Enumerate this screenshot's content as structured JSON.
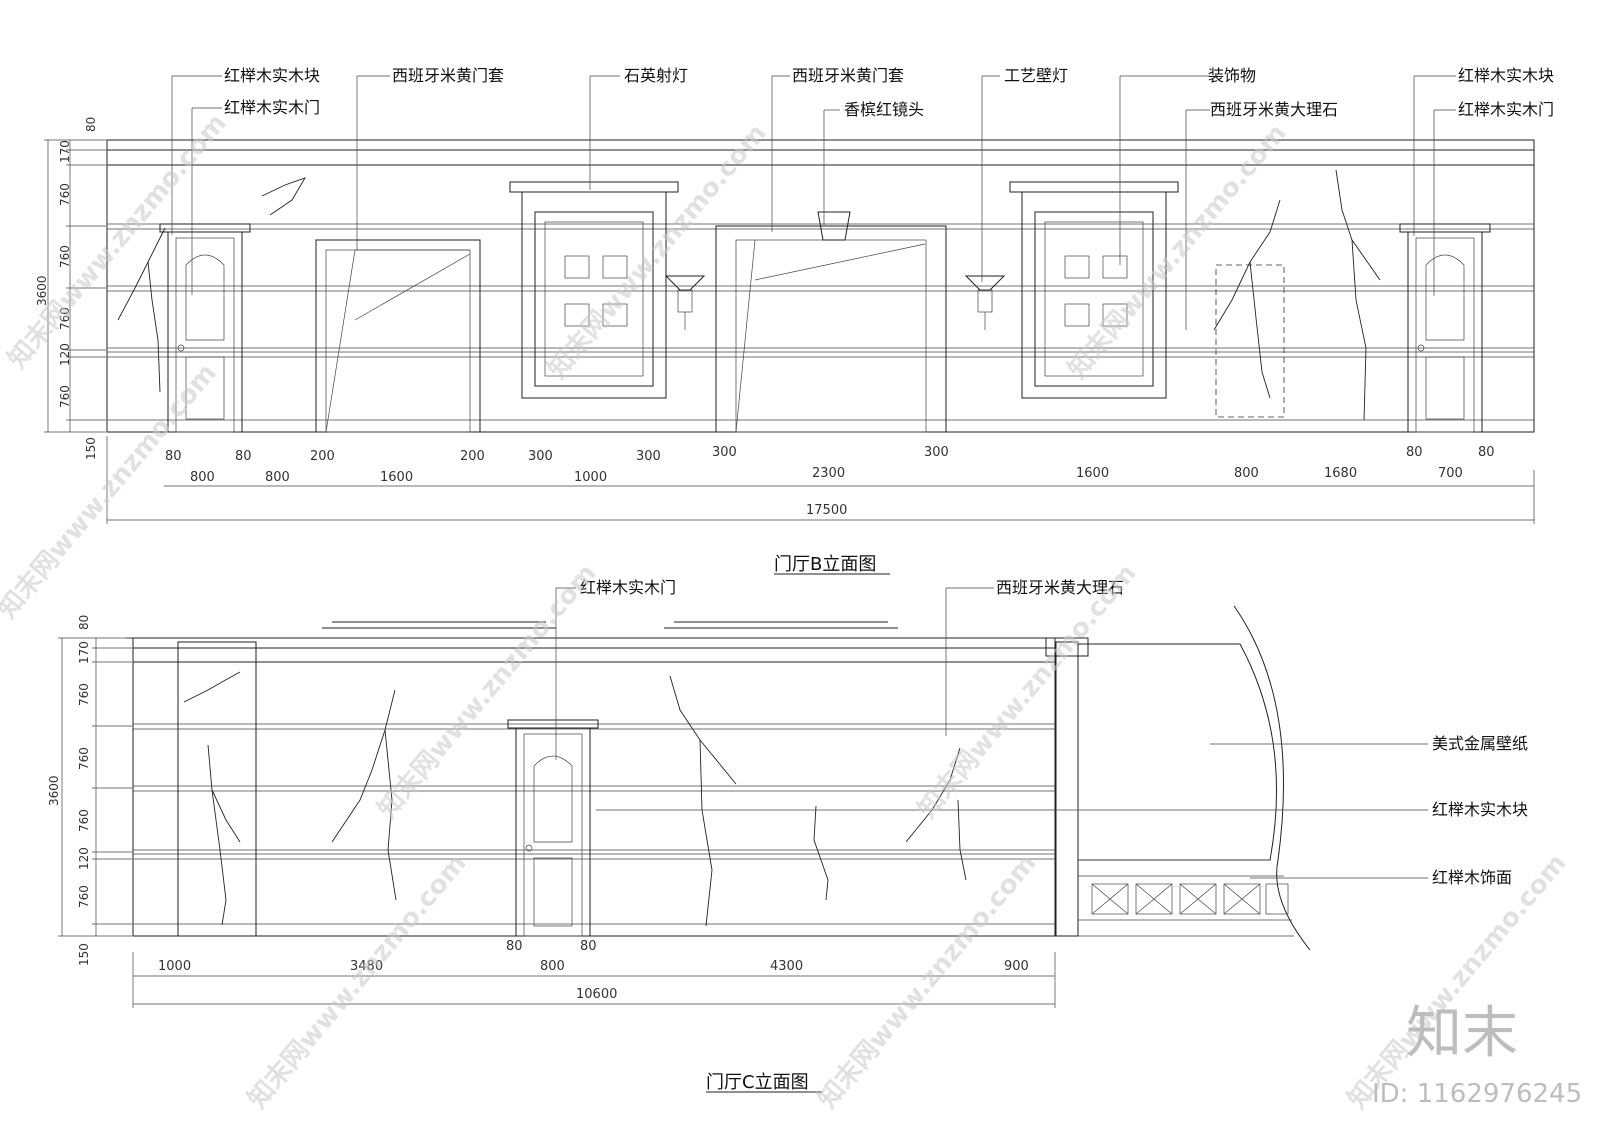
{
  "drawing_b": {
    "title": "门厅B立面图",
    "labels_top": [
      "红榉木实木块",
      "红榉木实木门",
      "西班牙米黄门套",
      "石英射灯",
      "西班牙米黄门套",
      "香槟红镜头",
      "工艺壁灯",
      "装饰物",
      "西班牙米黄大理石",
      "红榉木实木块",
      "红榉木实木门"
    ],
    "height_dims": [
      "80",
      "170",
      "760",
      "760",
      "760",
      "120",
      "760",
      "150"
    ],
    "total_height": "3600",
    "dims_row1": [
      "80",
      "80",
      "200",
      "200",
      "300",
      "300",
      "300",
      "300",
      "80",
      "80"
    ],
    "dims_row2": [
      "800",
      "800",
      "1600",
      "1000",
      "2300",
      "1600",
      "800",
      "1680",
      "700"
    ],
    "total_width": "17500"
  },
  "drawing_c": {
    "title": "门厅C立面图",
    "labels_top": [
      "红榉木实木门",
      "西班牙米黄大理石"
    ],
    "labels_right": [
      "美式金属壁纸",
      "红榉木实木块",
      "红榉木饰面"
    ],
    "height_dims": [
      "80",
      "170",
      "760",
      "760",
      "760",
      "120",
      "760",
      "150"
    ],
    "total_height": "3600",
    "dims_row1": [
      "80",
      "80"
    ],
    "dims_row2": [
      "1000",
      "3480",
      "800",
      "4300",
      "900"
    ],
    "total_width": "10600"
  },
  "watermark": {
    "text": "知末网www.znzmo.com",
    "logo": "知末",
    "id_label": "ID: 1162976245"
  }
}
